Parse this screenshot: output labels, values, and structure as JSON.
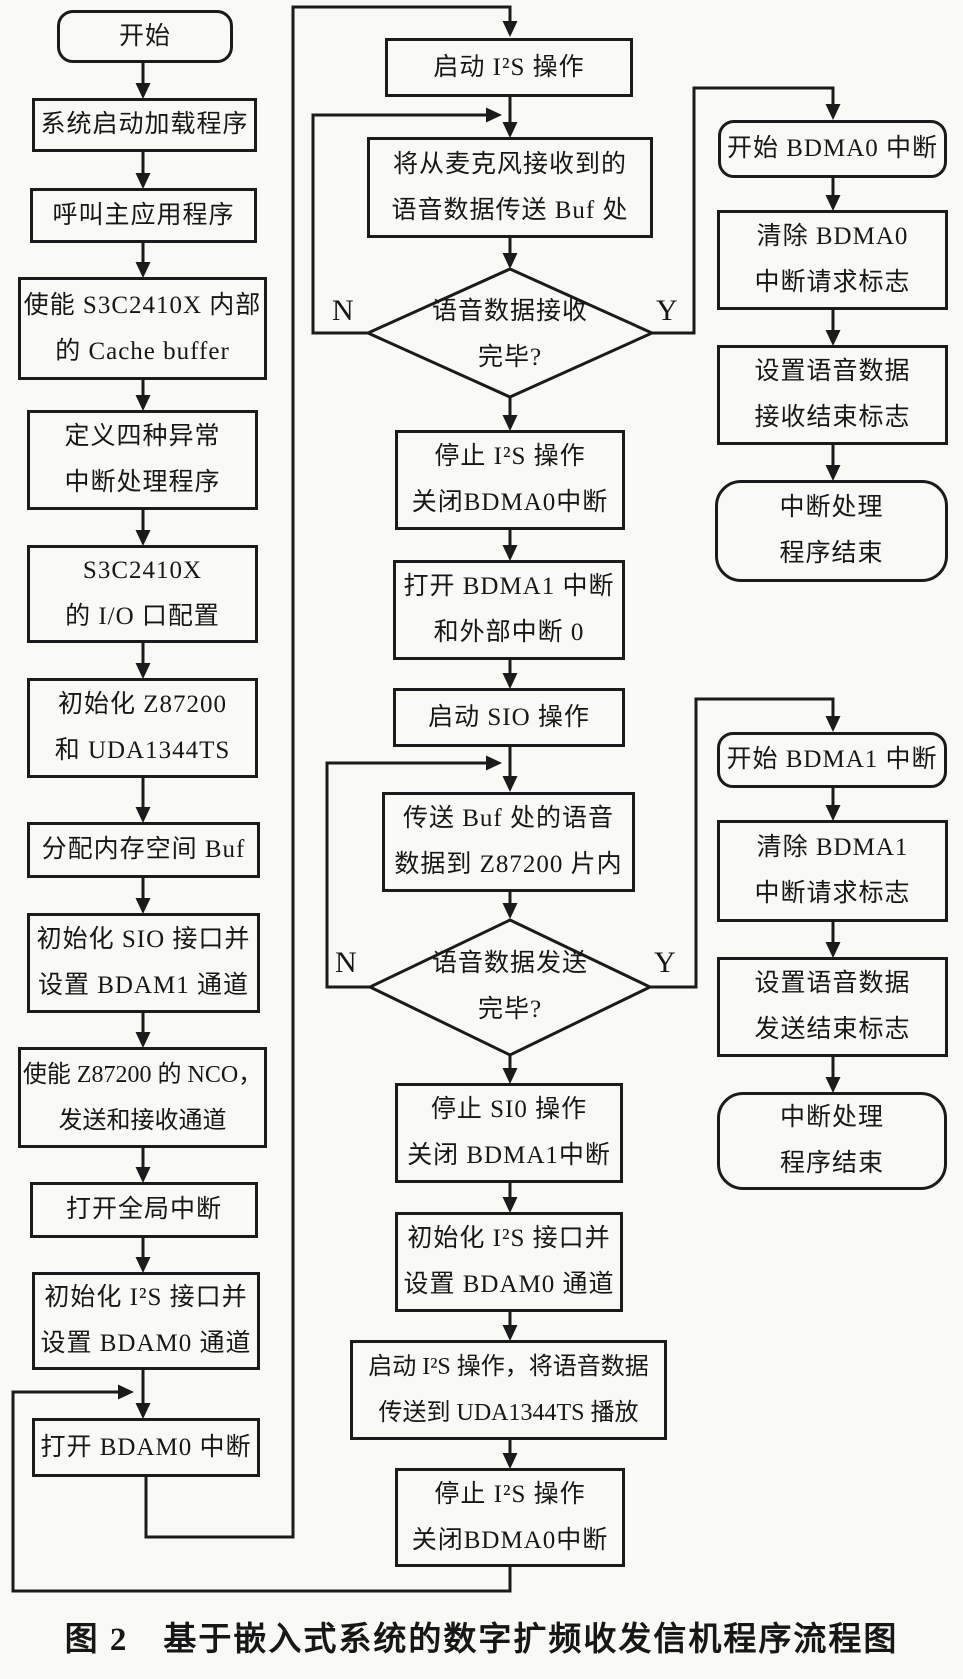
{
  "figure": {
    "caption": "图 2　基于嵌入式系统的数字扩频收发信机程序流程图"
  },
  "flow": {
    "left": [
      {
        "label": "开始"
      },
      {
        "label": "系统启动加载程序"
      },
      {
        "label": "呼叫主应用程序"
      },
      {
        "label": "使能 S3C2410X 内部\n的 Cache buffer"
      },
      {
        "label": "定义四种异常\n中断处理程序"
      },
      {
        "label": "S3C2410X\n的 I/O 口配置"
      },
      {
        "label": "初始化 Z87200\n和 UDA1344TS"
      },
      {
        "label": "分配内存空间 Buf"
      },
      {
        "label": "初始化 SIO 接口并\n设置 BDAM1 通道"
      },
      {
        "label": "使能 Z87200 的 NCO，\n发送和接收通道"
      },
      {
        "label": "打开全局中断"
      },
      {
        "label": "初始化 I²S 接口并\n设置 BDAM0 通道"
      },
      {
        "label": "打开 BDAM0 中断"
      }
    ],
    "middle": [
      {
        "label": "启动 I²S 操作"
      },
      {
        "label": "将从麦克风接收到的\n语音数据传送 Buf 处"
      },
      {
        "label": "停止 I²S 操作\n关闭BDMA0中断"
      },
      {
        "label": "打开 BDMA1 中断\n和外部中断 0"
      },
      {
        "label": "启动 SIO 操作"
      },
      {
        "label": "传送 Buf 处的语音\n数据到 Z87200 片内"
      },
      {
        "label": "停止 SI0 操作\n关闭 BDMA1中断"
      },
      {
        "label": "初始化 I²S 接口并\n设置 BDAM0 通道"
      },
      {
        "label": "启动 I²S 操作，将语音数据\n传送到 UDA1344TS 播放"
      },
      {
        "label": "停止 I²S 操作\n关闭BDMA0中断"
      }
    ],
    "decisions": [
      {
        "label": "语音数据接收\n完毕?",
        "no": "N",
        "yes": "Y"
      },
      {
        "label": "语音数据发送\n完毕?",
        "no": "N",
        "yes": "Y"
      }
    ],
    "right_bdma0": [
      {
        "label": "开始 BDMA0 中断"
      },
      {
        "label": "清除 BDMA0\n中断请求标志"
      },
      {
        "label": "设置语音数据\n接收结束标志"
      },
      {
        "label": "中断处理\n程序结束"
      }
    ],
    "right_bdma1": [
      {
        "label": "开始 BDMA1 中断"
      },
      {
        "label": "清除 BDMA1\n中断请求标志"
      },
      {
        "label": "设置语音数据\n发送结束标志"
      },
      {
        "label": "中断处理\n程序结束"
      }
    ]
  }
}
